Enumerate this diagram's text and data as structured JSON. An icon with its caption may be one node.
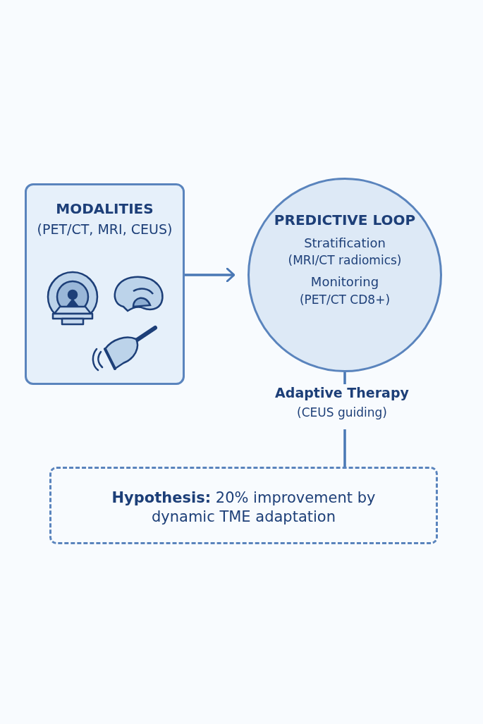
{
  "diagram": {
    "nodes": [
      {
        "text": [
          "MODALITIES",
          "(PET/CT, MRI, CEUS)"
        ]
      },
      {
        "text": [
          "PREDICTIVE LOOP",
          "Stratification",
          "(MRI/CT radiomics)",
          "Monitoring",
          "(PET/CT CD8+)"
        ]
      },
      {
        "text": [
          "Adaptive Therapy",
          "(CEUS guiding)"
        ]
      },
      {
        "text": [
          "**Hypothesis:** 20% improvement by dynamic TME adaptation"
        ]
      }
    ],
    "edges": [
      {
        "from": 0,
        "to": 1,
        "arrow": "to"
      },
      {
        "from": 1,
        "to": 2,
        "arrow": "none"
      },
      {
        "from": 2,
        "to": 3,
        "arrow": "none"
      }
    ]
  }
}
